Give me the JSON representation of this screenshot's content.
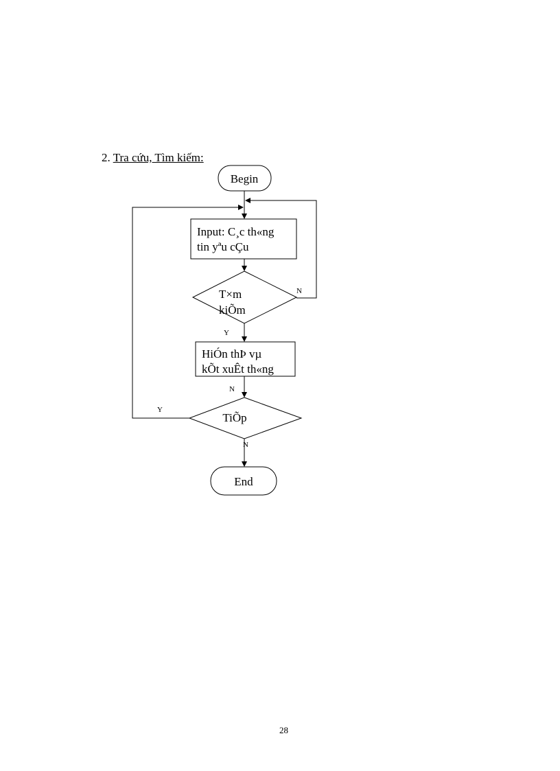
{
  "section": {
    "number": "2.",
    "title": "Tra cứu, Tìm kiếm:"
  },
  "flowchart": {
    "begin": "Begin",
    "input_line1": "Input: C¸c th«ng",
    "input_line2": "tin yªu cÇu",
    "search_line1": "T×m",
    "search_line2": "kiÕm",
    "display_line1": "HiÓn thÞ vµ",
    "display_line2": "kÕt xuÊt th«ng",
    "continue": "TiÕp",
    "end": "End",
    "search_no": "N",
    "search_yes": "Y",
    "after_display": "N",
    "continue_yes": "Y",
    "continue_no": "N"
  },
  "page": {
    "number": "28"
  }
}
